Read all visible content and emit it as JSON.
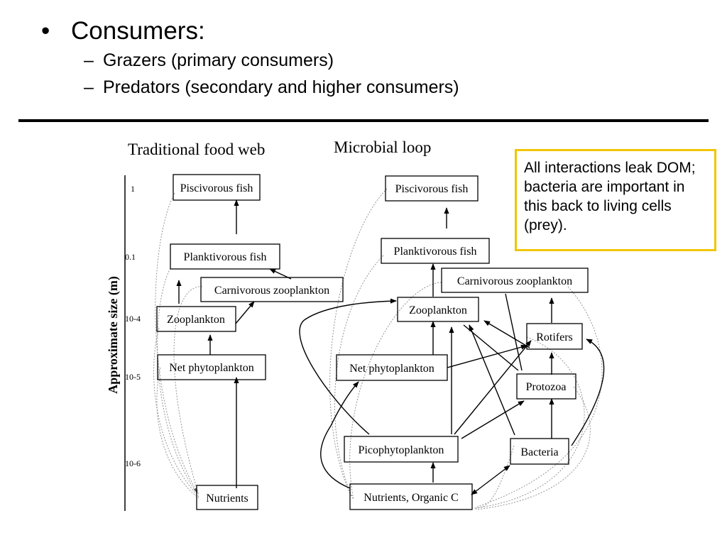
{
  "slide": {
    "bullet_main": "Consumers:",
    "bullet_marker": "•",
    "sub_marker": "–",
    "sub_bullets": [
      "Grazers (primary consumers)",
      "Predators (secondary and higher consumers)"
    ]
  },
  "callout": {
    "text": "All interactions leak DOM; bacteria are important in this back to living cells (prey)."
  },
  "diagram": {
    "traditional_title": "Traditional food web",
    "microbial_title": "Microbial loop",
    "axis_label": "Approximate size (m)",
    "size_ticks": [
      "1",
      "0.1",
      "10-4",
      "10-5",
      "10-6"
    ],
    "traditional_nodes": {
      "piscivorous_fish": "Piscivorous fish",
      "planktivorous_fish": "Planktivorous fish",
      "carnivorous_zooplankton": "Carnivorous zooplankton",
      "zooplankton": "Zooplankton",
      "net_phytoplankton": "Net phytoplankton",
      "nutrients": "Nutrients"
    },
    "microbial_nodes": {
      "piscivorous_fish": "Piscivorous fish",
      "planktivorous_fish": "Planktivorous fish",
      "carnivorous_zooplankton": "Carnivorous zooplankton",
      "zooplankton": "Zooplankton",
      "rotifers": "Rotifers",
      "net_phytoplankton": "Net phytoplankton",
      "protozoa": "Protozoa",
      "picophytoplankton": "Picophytoplankton",
      "bacteria": "Bacteria",
      "nutrients_organic_c": "Nutrients, Organic C"
    }
  }
}
